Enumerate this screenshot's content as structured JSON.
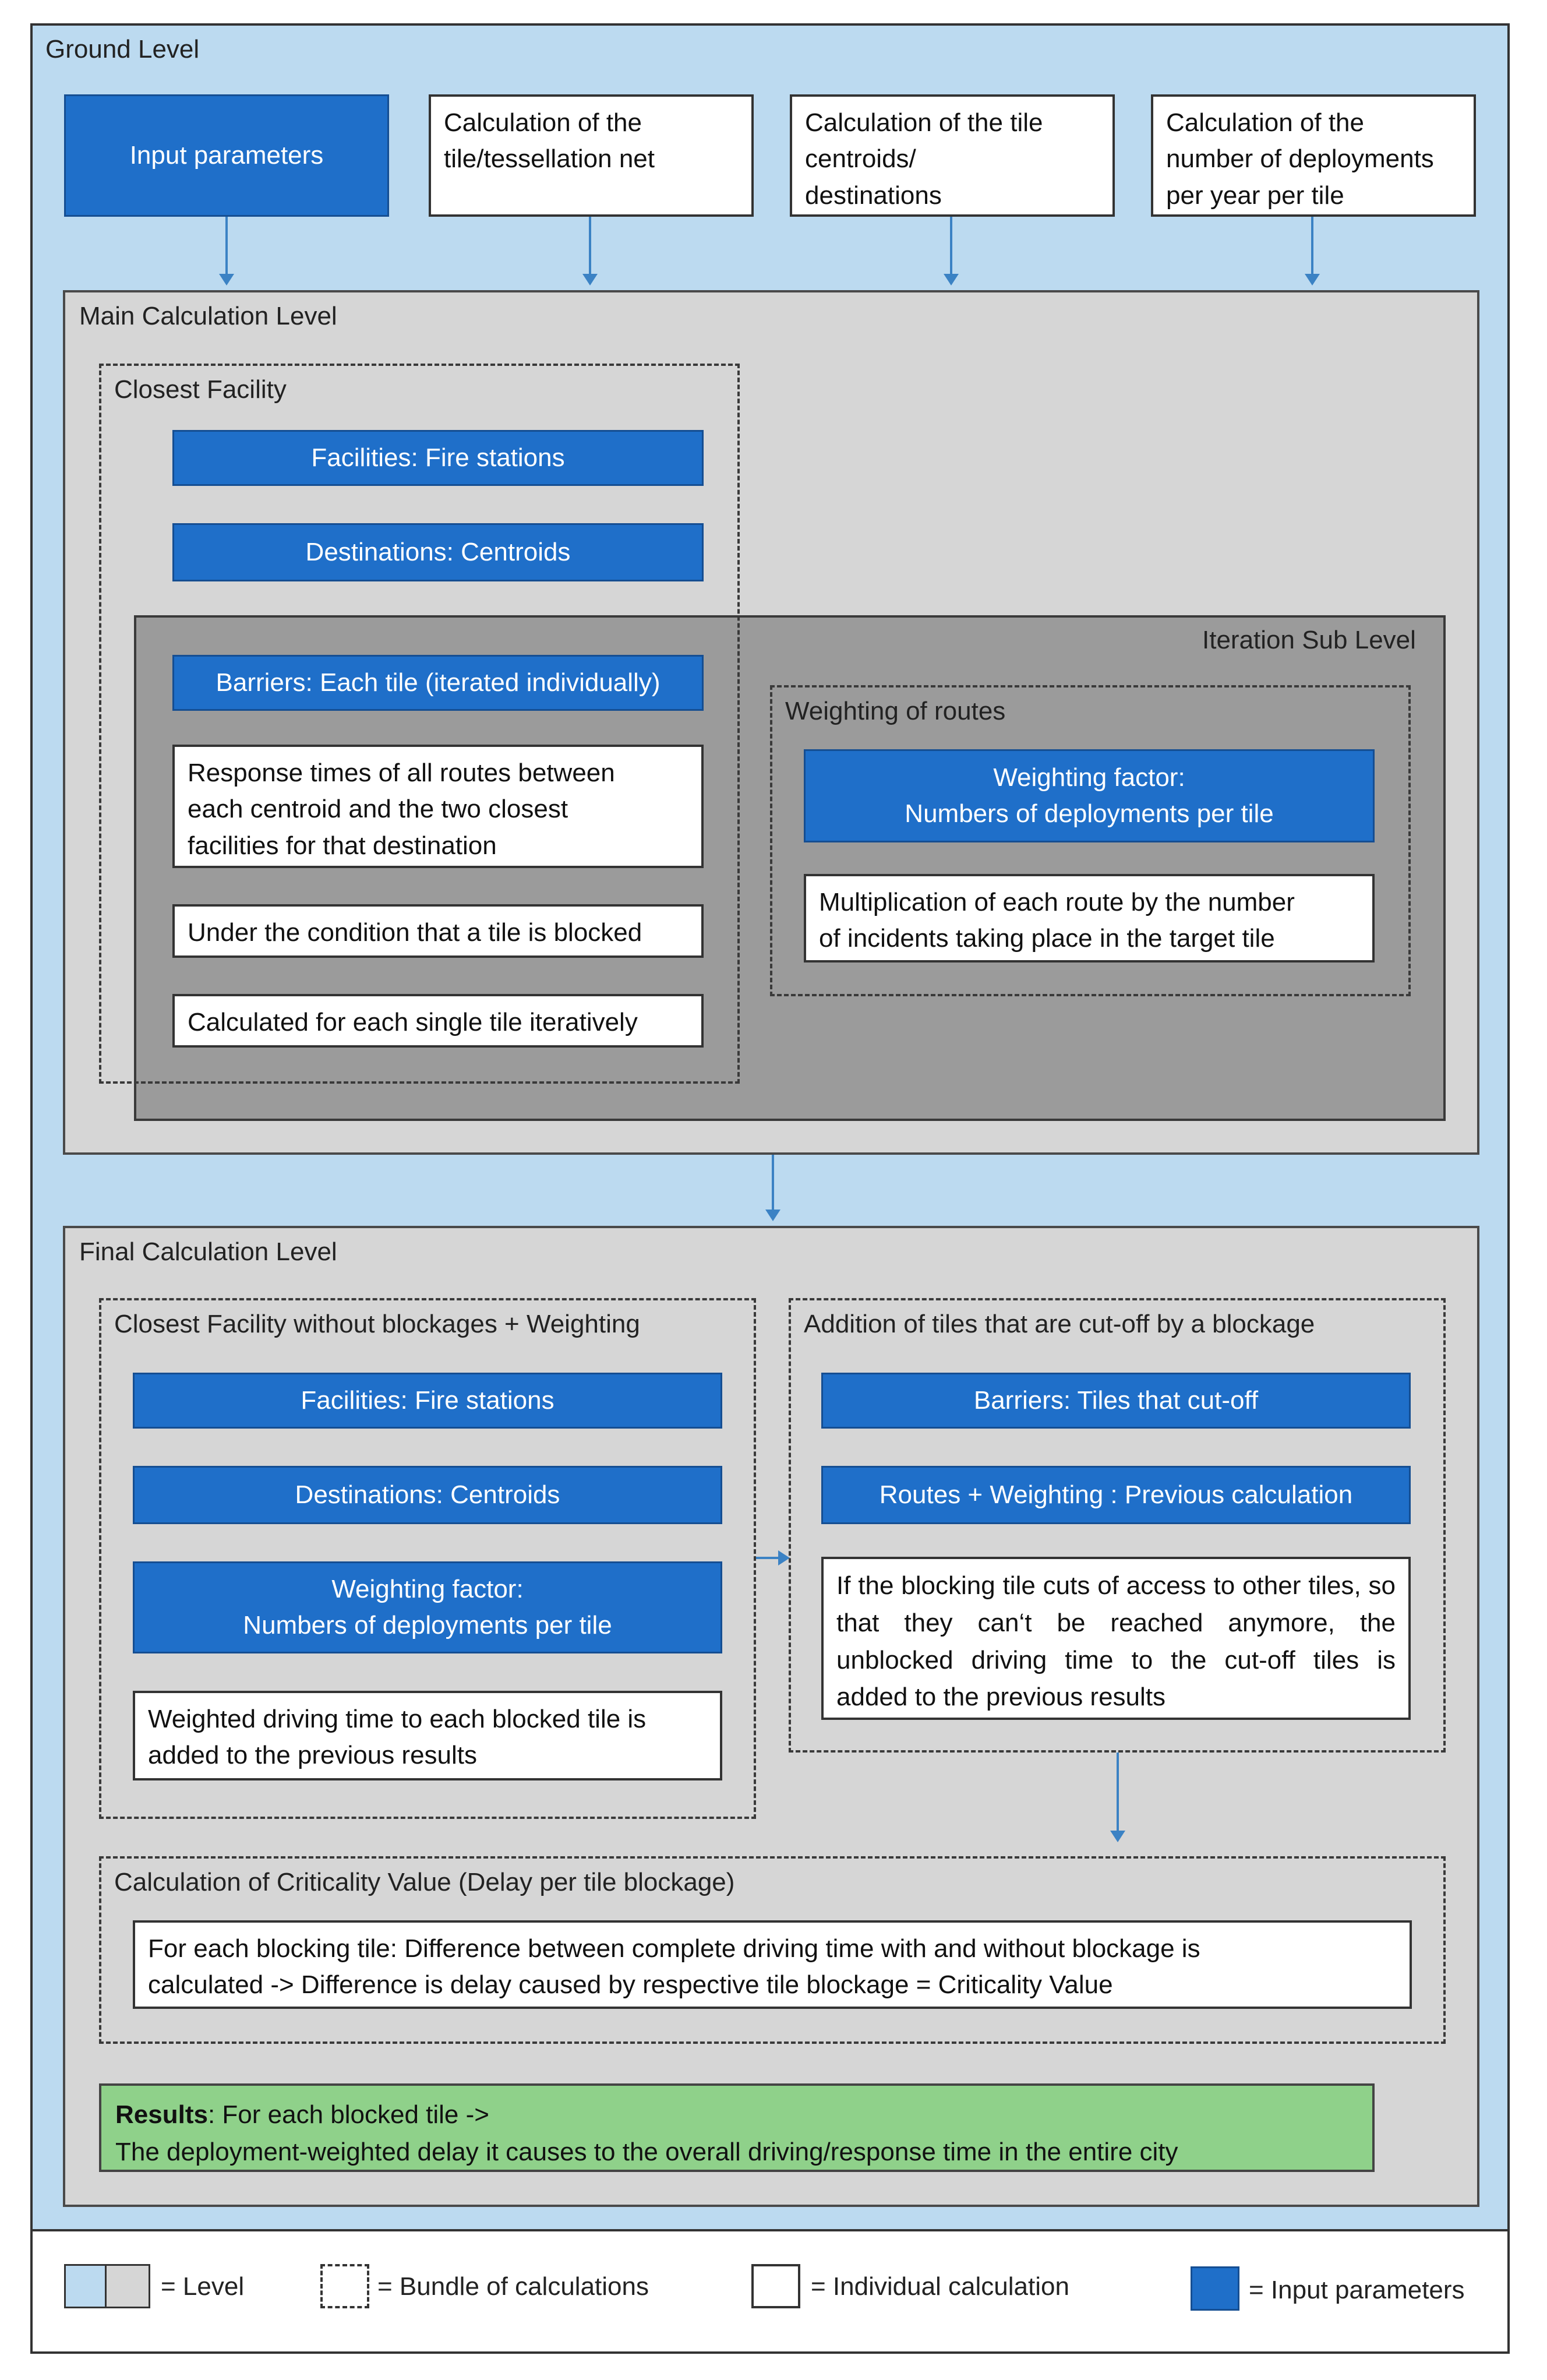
{
  "ground": {
    "title": "Ground Level",
    "input_parameters": "Input parameters",
    "tile_net": "Calculation of the\ntile/tessellation net",
    "centroids": "Calculation of the tile\ncentroids/\ndestinations",
    "deployments": "Calculation of the\nnumber of deployments\nper year per tile"
  },
  "main": {
    "title": "Main Calculation Level",
    "closest_facility": {
      "title": "Closest Facility",
      "facilities": "Facilities: Fire stations",
      "destinations": "Destinations: Centroids"
    },
    "iteration": {
      "title": "Iteration Sub Level",
      "barriers": "Barriers: Each tile (iterated individually)",
      "response_times": "Response times of all routes between\neach centroid and the two closest\nfacilities for that destination",
      "condition": "Under the condition that a tile is blocked",
      "calculated": "Calculated for each single tile iteratively"
    },
    "weighting": {
      "title": "Weighting of routes",
      "factor": "Weighting factor:\nNumbers of deployments per tile",
      "multiplication": "Multiplication of each route by the number\nof incidents taking place in the target tile"
    }
  },
  "final": {
    "title": "Final Calculation Level",
    "no_blockages": {
      "title": "Closest Facility without blockages + Weighting",
      "facilities": "Facilities: Fire stations",
      "destinations": "Destinations: Centroids",
      "factor": "Weighting factor:\nNumbers of deployments per tile",
      "weighted": "Weighted driving time to each blocked tile is\nadded to the previous results"
    },
    "cutoff": {
      "title": "Addition of tiles that are cut-off by a blockage",
      "barriers": "Barriers: Tiles that cut-off",
      "routes": "Routes + Weighting : Previous calculation",
      "description": "If the blocking tile cuts of access to other tiles, so that they can‘t be reached anymore, the unblocked driving time to the cut-off tiles is added to the previous results"
    },
    "criticality": {
      "title": "Calculation of Criticality Value (Delay per tile blockage)",
      "description": "For each blocking tile: Difference between complete driving time with and without blockage is\ncalculated -> Difference is delay caused by respective tile blockage = Criticality Value"
    },
    "results": {
      "label": "Results",
      "line1": ": For each blocked tile ->",
      "line2": "The deployment-weighted delay it causes to the overall driving/response time in the entire city"
    }
  },
  "legend": {
    "level": "= Level",
    "bundle": "= Bundle of calculations",
    "individual": "= Individual calculation",
    "input": "= Input parameters"
  },
  "colors": {
    "ground_level": "#bcdaf0",
    "level_gray": "#d6d6d6",
    "iteration_gray": "#9b9b9b",
    "input_blue": "#1f6fc9",
    "results_green": "#8fd18a",
    "arrow_blue": "#3b82c4"
  }
}
